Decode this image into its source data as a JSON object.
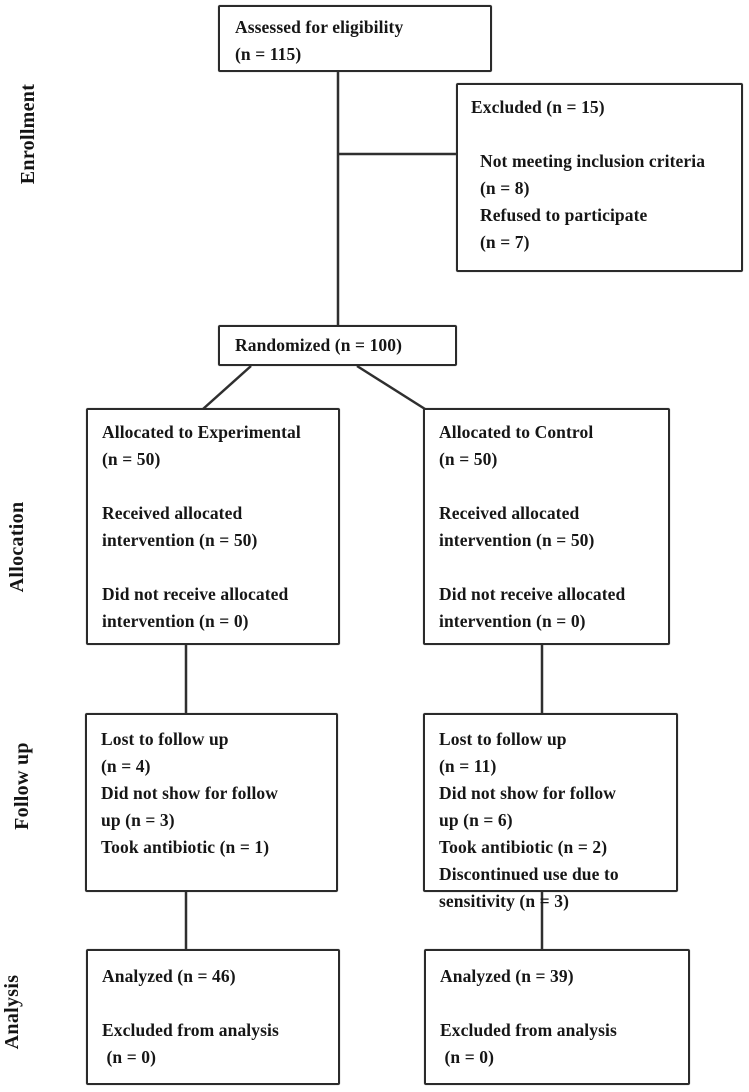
{
  "diagram": {
    "type": "consort-flow",
    "stages": [
      {
        "label": "Enrollment"
      },
      {
        "label": "Allocation"
      },
      {
        "label": "Follow up"
      },
      {
        "label": "Analysis"
      }
    ],
    "boxes": {
      "assessed": "Assessed for eligibility\n(n = 115)",
      "excluded": "Excluded (n = 15)\n\n  Not meeting inclusion criteria\n  (n = 8)\n  Refused to participate\n  (n = 7)",
      "randomized": "Randomized (n = 100)",
      "allocated_experimental": "Allocated to Experimental\n(n = 50)\n\nReceived allocated\nintervention (n = 50)\n\nDid not receive allocated\nintervention (n = 0)",
      "allocated_control": "Allocated to Control\n(n = 50)\n\nReceived allocated\nintervention (n = 50)\n\nDid not receive allocated\nintervention (n = 0)",
      "followup_experimental": "Lost to follow up\n(n = 4)\nDid not show for follow\nup (n = 3)\nTook antibiotic (n = 1)",
      "followup_control": "Lost to follow up\n(n = 11)\nDid not show for follow\nup (n = 6)\nTook antibiotic (n = 2)\nDiscontinued use due to\nsensitivity (n = 3)",
      "analyzed_experimental": "Analyzed (n = 46)\n\nExcluded from analysis\n (n = 0)",
      "analyzed_control": "Analyzed (n = 39)\n\nExcluded from analysis\n (n = 0)"
    },
    "counts": {
      "assessed": 115,
      "excluded_total": 15,
      "not_meeting_criteria": 8,
      "refused": 7,
      "randomized": 100,
      "allocated_experimental": 50,
      "allocated_control": 50,
      "lost_followup_experimental": 4,
      "lost_followup_control": 11,
      "analyzed_experimental": 46,
      "analyzed_control": 39
    },
    "colors": {
      "line": "#2f2f2f",
      "border": "#2b2b2b",
      "text": "#161616",
      "background": "#ffffff"
    }
  }
}
